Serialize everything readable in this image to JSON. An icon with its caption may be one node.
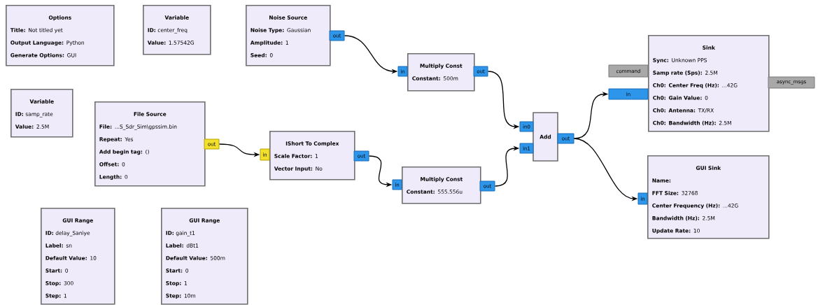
{
  "diagram": {
    "nodes": [
      {
        "text": [
          "Options",
          "**Title:** Not titled yet",
          "**Output Language:** Python",
          "**Generate Options:** GUI"
        ]
      },
      {
        "text": [
          "Variable",
          "**ID:** center_freq",
          "**Value:** 1.57542G"
        ]
      },
      {
        "text": [
          "Noise Source",
          "**Noise Type:** Gaussian",
          "**Amplitude:** 1",
          "**Seed:** 0"
        ]
      },
      {
        "text": [
          "Variable",
          "**ID:** samp_rate",
          "**Value:** 2.5M"
        ]
      },
      {
        "text": [
          "File Source",
          "**File:** ...S_Sdr_Sim\\gpssim.bin",
          "**Repeat:** Yes",
          "**Add begin tag:** ()",
          "**Offset:** 0",
          "**Length:** 0"
        ]
      },
      {
        "text": [
          "Multiply Const",
          "**Constant:** 500m"
        ]
      },
      {
        "text": [
          "IShort To Complex",
          "**Scale Factor:** 1",
          "**Vector Input:** No"
        ]
      },
      {
        "text": [
          "Multiply Const",
          "**Constant:** 555.556u"
        ]
      },
      {
        "text": [
          "Add"
        ]
      },
      {
        "text": [
          "Sink",
          "**Sync:** Unknown PPS",
          "**Samp rate (Sps):** 2.5M",
          "**Ch0: Center Freq (Hz):** ...42G",
          "**Ch0: Gain Value:** 0",
          "**Ch0: Antenna:** TX/RX",
          "**Ch0: Bandwidth (Hz):** 2.5M"
        ]
      },
      {
        "text": [
          "GUI Sink",
          "**Name:**",
          "**FFT Size:** 32768",
          "**Center Frequency (Hz):** ...42G",
          "**Bandwidth (Hz):** 2.5M",
          "**Update Rate:** 10"
        ]
      },
      {
        "text": [
          "GUI Range",
          "**ID:** delay_Saniye",
          "**Label:** sn",
          "**Default Value:** 10",
          "**Start:** 0",
          "**Stop:** 300",
          "**Step:** 1"
        ]
      },
      {
        "text": [
          "GUI Range",
          "**ID:** gain_t1",
          "**Label:** dBt1",
          "**Default Value:** 500m",
          "**Start:** 0",
          "**Stop:** 1",
          "**Step:** 10m"
        ]
      },
      {
        "text": [
          "out"
        ]
      },
      {
        "text": [
          "in"
        ]
      },
      {
        "text": [
          "out"
        ]
      },
      {
        "text": [
          "out"
        ]
      },
      {
        "text": [
          "in"
        ]
      },
      {
        "text": [
          "out"
        ]
      },
      {
        "text": [
          "in"
        ]
      },
      {
        "text": [
          "out"
        ]
      },
      {
        "text": [
          "in0"
        ]
      },
      {
        "text": [
          "in1"
        ]
      },
      {
        "text": [
          "out"
        ]
      },
      {
        "text": [
          "command"
        ]
      },
      {
        "text": [
          "in"
        ]
      },
      {
        "text": [
          "async_msgs"
        ]
      },
      {
        "text": [
          "in"
        ]
      }
    ],
    "edges": [
      {
        "from": 13,
        "to": 14,
        "arrow": "to"
      },
      {
        "from": 15,
        "to": 21,
        "arrow": "to"
      },
      {
        "from": 16,
        "to": 17,
        "arrow": "to"
      },
      {
        "from": 18,
        "to": 19,
        "arrow": "to"
      },
      {
        "from": 20,
        "to": 22,
        "arrow": "to"
      },
      {
        "from": 23,
        "to": 25,
        "arrow": "to"
      },
      {
        "from": 23,
        "to": 27,
        "arrow": "to"
      }
    ]
  }
}
